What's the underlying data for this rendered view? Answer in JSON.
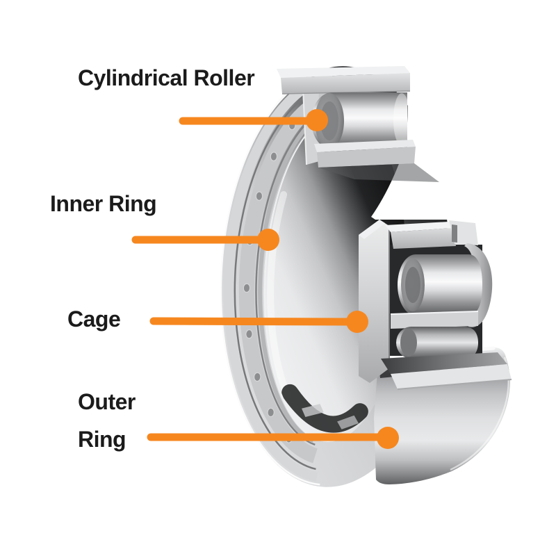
{
  "diagram": {
    "subject": "Cylindrical roller bearing cutaway",
    "background_color": "#ffffff",
    "text_color": "#1b1b1b",
    "accent_color": "#f6871f",
    "labels": [
      {
        "text": "Cylindrical Roller"
      },
      {
        "text": "Inner Ring"
      },
      {
        "text": "Cage"
      },
      {
        "text": "Outer Ring"
      }
    ]
  }
}
